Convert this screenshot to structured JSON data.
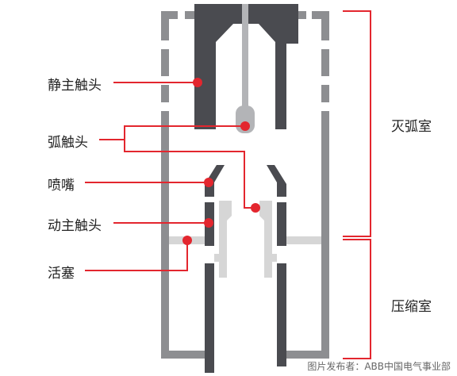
{
  "labels": {
    "static_main_contact": "静主触头",
    "arc_contact": "弧触头",
    "nozzle": "喷嘴",
    "moving_main_contact": "动主触头",
    "piston": "活塞",
    "arc_chamber": "灭弧室",
    "compression_chamber": "压缩室"
  },
  "credit": "图片发布者：ABB中国电气事业部",
  "colors": {
    "accent_red": "#e3262e",
    "dark_gray": "#4a4b50",
    "mid_gray": "#8d8e91",
    "light_gray": "#d6d6d6",
    "text": "#222222"
  }
}
